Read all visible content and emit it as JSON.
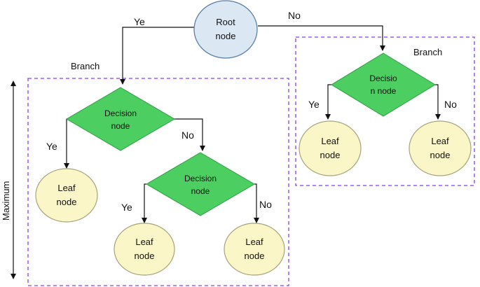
{
  "colors": {
    "root_fill": "#dbe8f4",
    "root_stroke": "#5b7fa6",
    "decision_fill": "#4cce61",
    "decision_stroke": "#2e9e43",
    "leaf_fill": "#fbf6c7",
    "leaf_stroke": "#a5a37a",
    "box_stroke": "#8b3cf0",
    "line": "#111111"
  },
  "root": {
    "line1": "Root",
    "line2": "node"
  },
  "decision_left": {
    "line1": "Decision",
    "line2": "node"
  },
  "decision_left_inner": {
    "line1": "Decision",
    "line2": "node"
  },
  "decision_right": {
    "line1": "Decisio",
    "line2": "n node"
  },
  "leaves": [
    {
      "line1": "Leaf",
      "line2": "node"
    },
    {
      "line1": "Leaf",
      "line2": "node"
    },
    {
      "line1": "Leaf",
      "line2": "node"
    },
    {
      "line1": "Leaf",
      "line2": "node"
    },
    {
      "line1": "Leaf",
      "line2": "node"
    }
  ],
  "edges": {
    "root_yes": "Ye",
    "root_no": "No",
    "left_yes": "Ye",
    "left_no": "No",
    "inner_yes": "Ye",
    "inner_no": "No",
    "right_yes": "Ye",
    "right_no": "No"
  },
  "branch_left": "Branch",
  "branch_right": "Branch",
  "maximum_label": "Maximum"
}
